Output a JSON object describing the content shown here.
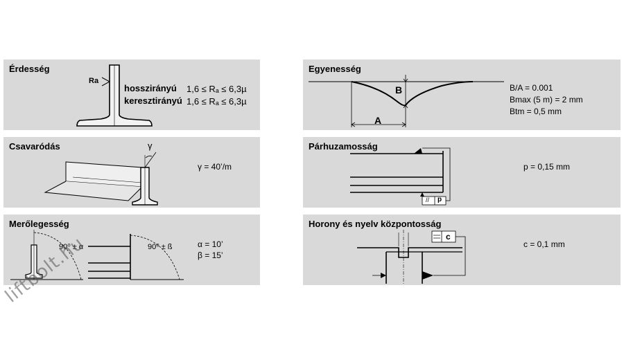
{
  "panels": {
    "roughness": {
      "title": "Érdesség",
      "ra_label": "Ra",
      "long_label": "hosszirányú",
      "long_value": "1,6 ≤ Rₐ ≤ 6,3µ",
      "cross_label": "keresztirányú",
      "cross_value": "1,6 ≤ Rₐ ≤ 6,3µ"
    },
    "straightness": {
      "title": "Egyenesség",
      "label_b": "B",
      "label_a": "A",
      "ratio": "B/A = 0.001",
      "bmax": "Bmax (5 m) = 2 mm",
      "btm": "Btm  = 0,5 mm"
    },
    "twist": {
      "title": "Csavaródás",
      "gamma_label": "γ",
      "value": "γ = 40’/m"
    },
    "parallelism": {
      "title": "Párhuzamosság",
      "symbol": "//",
      "tolerance_letter": "p",
      "value": "p = 0,15 mm"
    },
    "perpendicularity": {
      "title": "Merőlegesség",
      "angle_alpha": "90⁰ ± α",
      "angle_beta": "90⁰ ± ß",
      "alpha_value": "α = 10’",
      "beta_value": "β = 15’"
    },
    "tongue_groove": {
      "title": "Horony és nyelv központosság",
      "symbol": "⌯",
      "tolerance_letter": "c",
      "value": "c = 0,1 mm"
    }
  },
  "watermark": "liftbolt.hu"
}
